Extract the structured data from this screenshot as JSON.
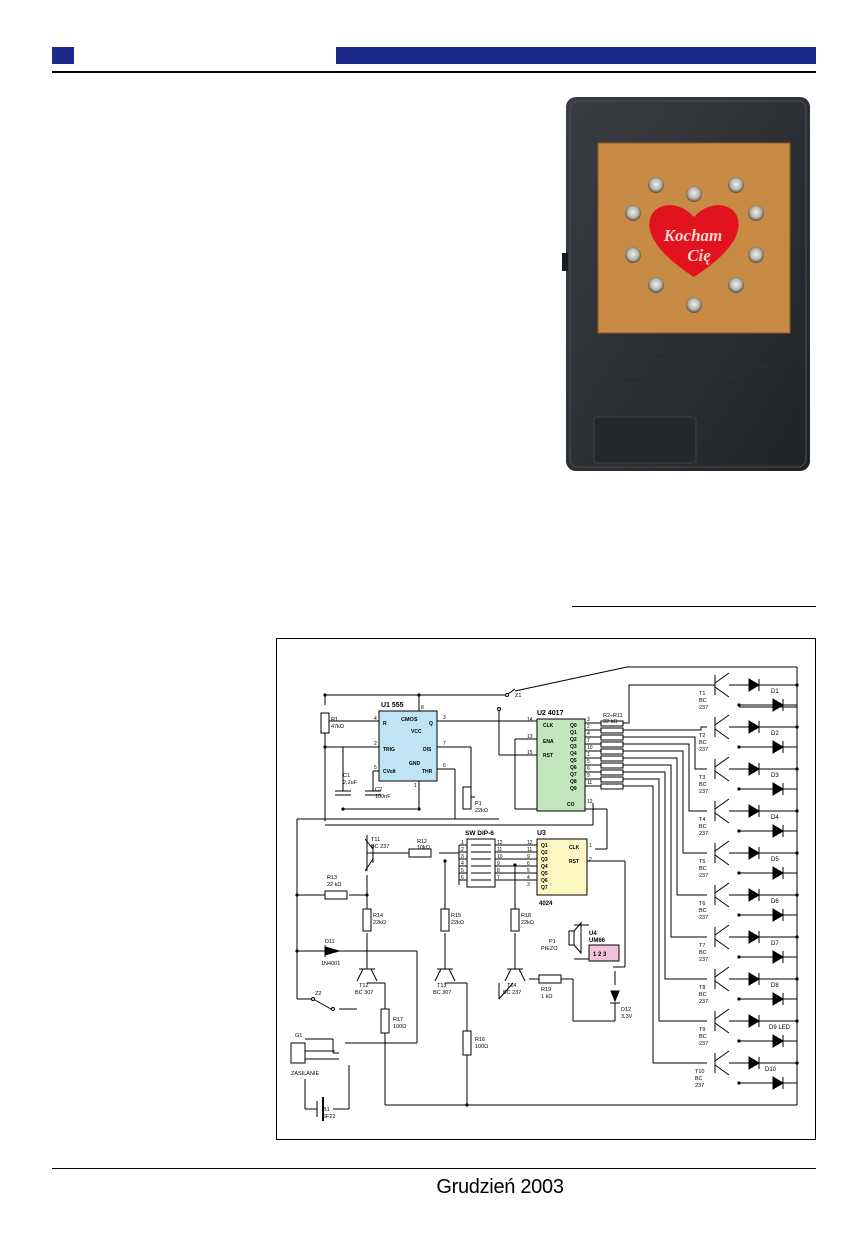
{
  "header": {
    "accent_color": "#1b2a8c"
  },
  "photo": {
    "body_color": "#2e3235",
    "panel_color": "#c78b45",
    "heart_color": "#e2131f",
    "heart_text_line1": "Kocham",
    "heart_text_line2": "Cię"
  },
  "schematic": {
    "u1": {
      "name": "U1 555",
      "sub": "CMOS",
      "pins": [
        "R",
        "TRIG",
        "CVolt",
        "VCC",
        "GND",
        "Q",
        "DIS",
        "THR"
      ]
    },
    "u2": {
      "name": "U2 4017",
      "pins": [
        "CLK",
        "ENA",
        "RST",
        "Q0",
        "Q1",
        "Q2",
        "Q3",
        "Q4",
        "Q5",
        "Q6",
        "Q7",
        "Q8",
        "Q9",
        "CO"
      ]
    },
    "u3": {
      "name": "U3",
      "sub": "4024",
      "pins": [
        "Q1",
        "Q2",
        "Q3",
        "Q4",
        "Q5",
        "Q6",
        "Q7",
        "CLK",
        "RST"
      ]
    },
    "u4": {
      "name": "U4",
      "sub": "UM66",
      "pins": "1 2 3"
    },
    "sw": "SW DIP-6",
    "labels": {
      "r1": "R1",
      "r1v": "47kΩ",
      "c1": "C1",
      "c1v": "2,2uF",
      "c2": "C2",
      "c2v": "100nF",
      "p1": "P1",
      "p1v": "22kΩ",
      "z1": "Z1",
      "z2": "Z2",
      "r2r11": "R2÷R11",
      "r2r11v": "22 kΩ",
      "t11": "T11",
      "t11v": "BC 237",
      "r12": "R12",
      "r12v": "10kΩ",
      "r13": "R13",
      "r13v": "22 kΩ",
      "r14": "R14",
      "r14v": "22kΩ",
      "r15": "R15",
      "r15v": "22kΩ",
      "r18": "R18",
      "r18v": "22kΩ",
      "d11": "D11",
      "d11v": "1N4001",
      "t12": "T12",
      "t12v": "BC 307",
      "t13": "T13",
      "t13v": "BC 307",
      "t14": "T14",
      "t14v": "BC 237",
      "r19": "R19",
      "r19v": "1 kΩ",
      "p1piezo": "P1",
      "piezo": "PIEZO",
      "d12": "D12",
      "d12v": "3,3V",
      "r17": "R17",
      "r17v": "100Ω",
      "r16": "R16",
      "r16v": "100Ω",
      "g1": "G1",
      "zasilanie": "ZASILANIE",
      "b1": "B1",
      "b1v": "6F22"
    },
    "transistor_type": [
      "BC",
      "237"
    ],
    "leds": [
      "D1",
      "D2",
      "D3",
      "D4",
      "D5",
      "D6",
      "D7",
      "D8",
      "D9 LED",
      "D10"
    ],
    "transistors": [
      "T1",
      "T2",
      "T3",
      "T4",
      "T5",
      "T6",
      "T7",
      "T8",
      "T9",
      "T10"
    ]
  },
  "footer": {
    "date": "Grudzień 2003"
  }
}
